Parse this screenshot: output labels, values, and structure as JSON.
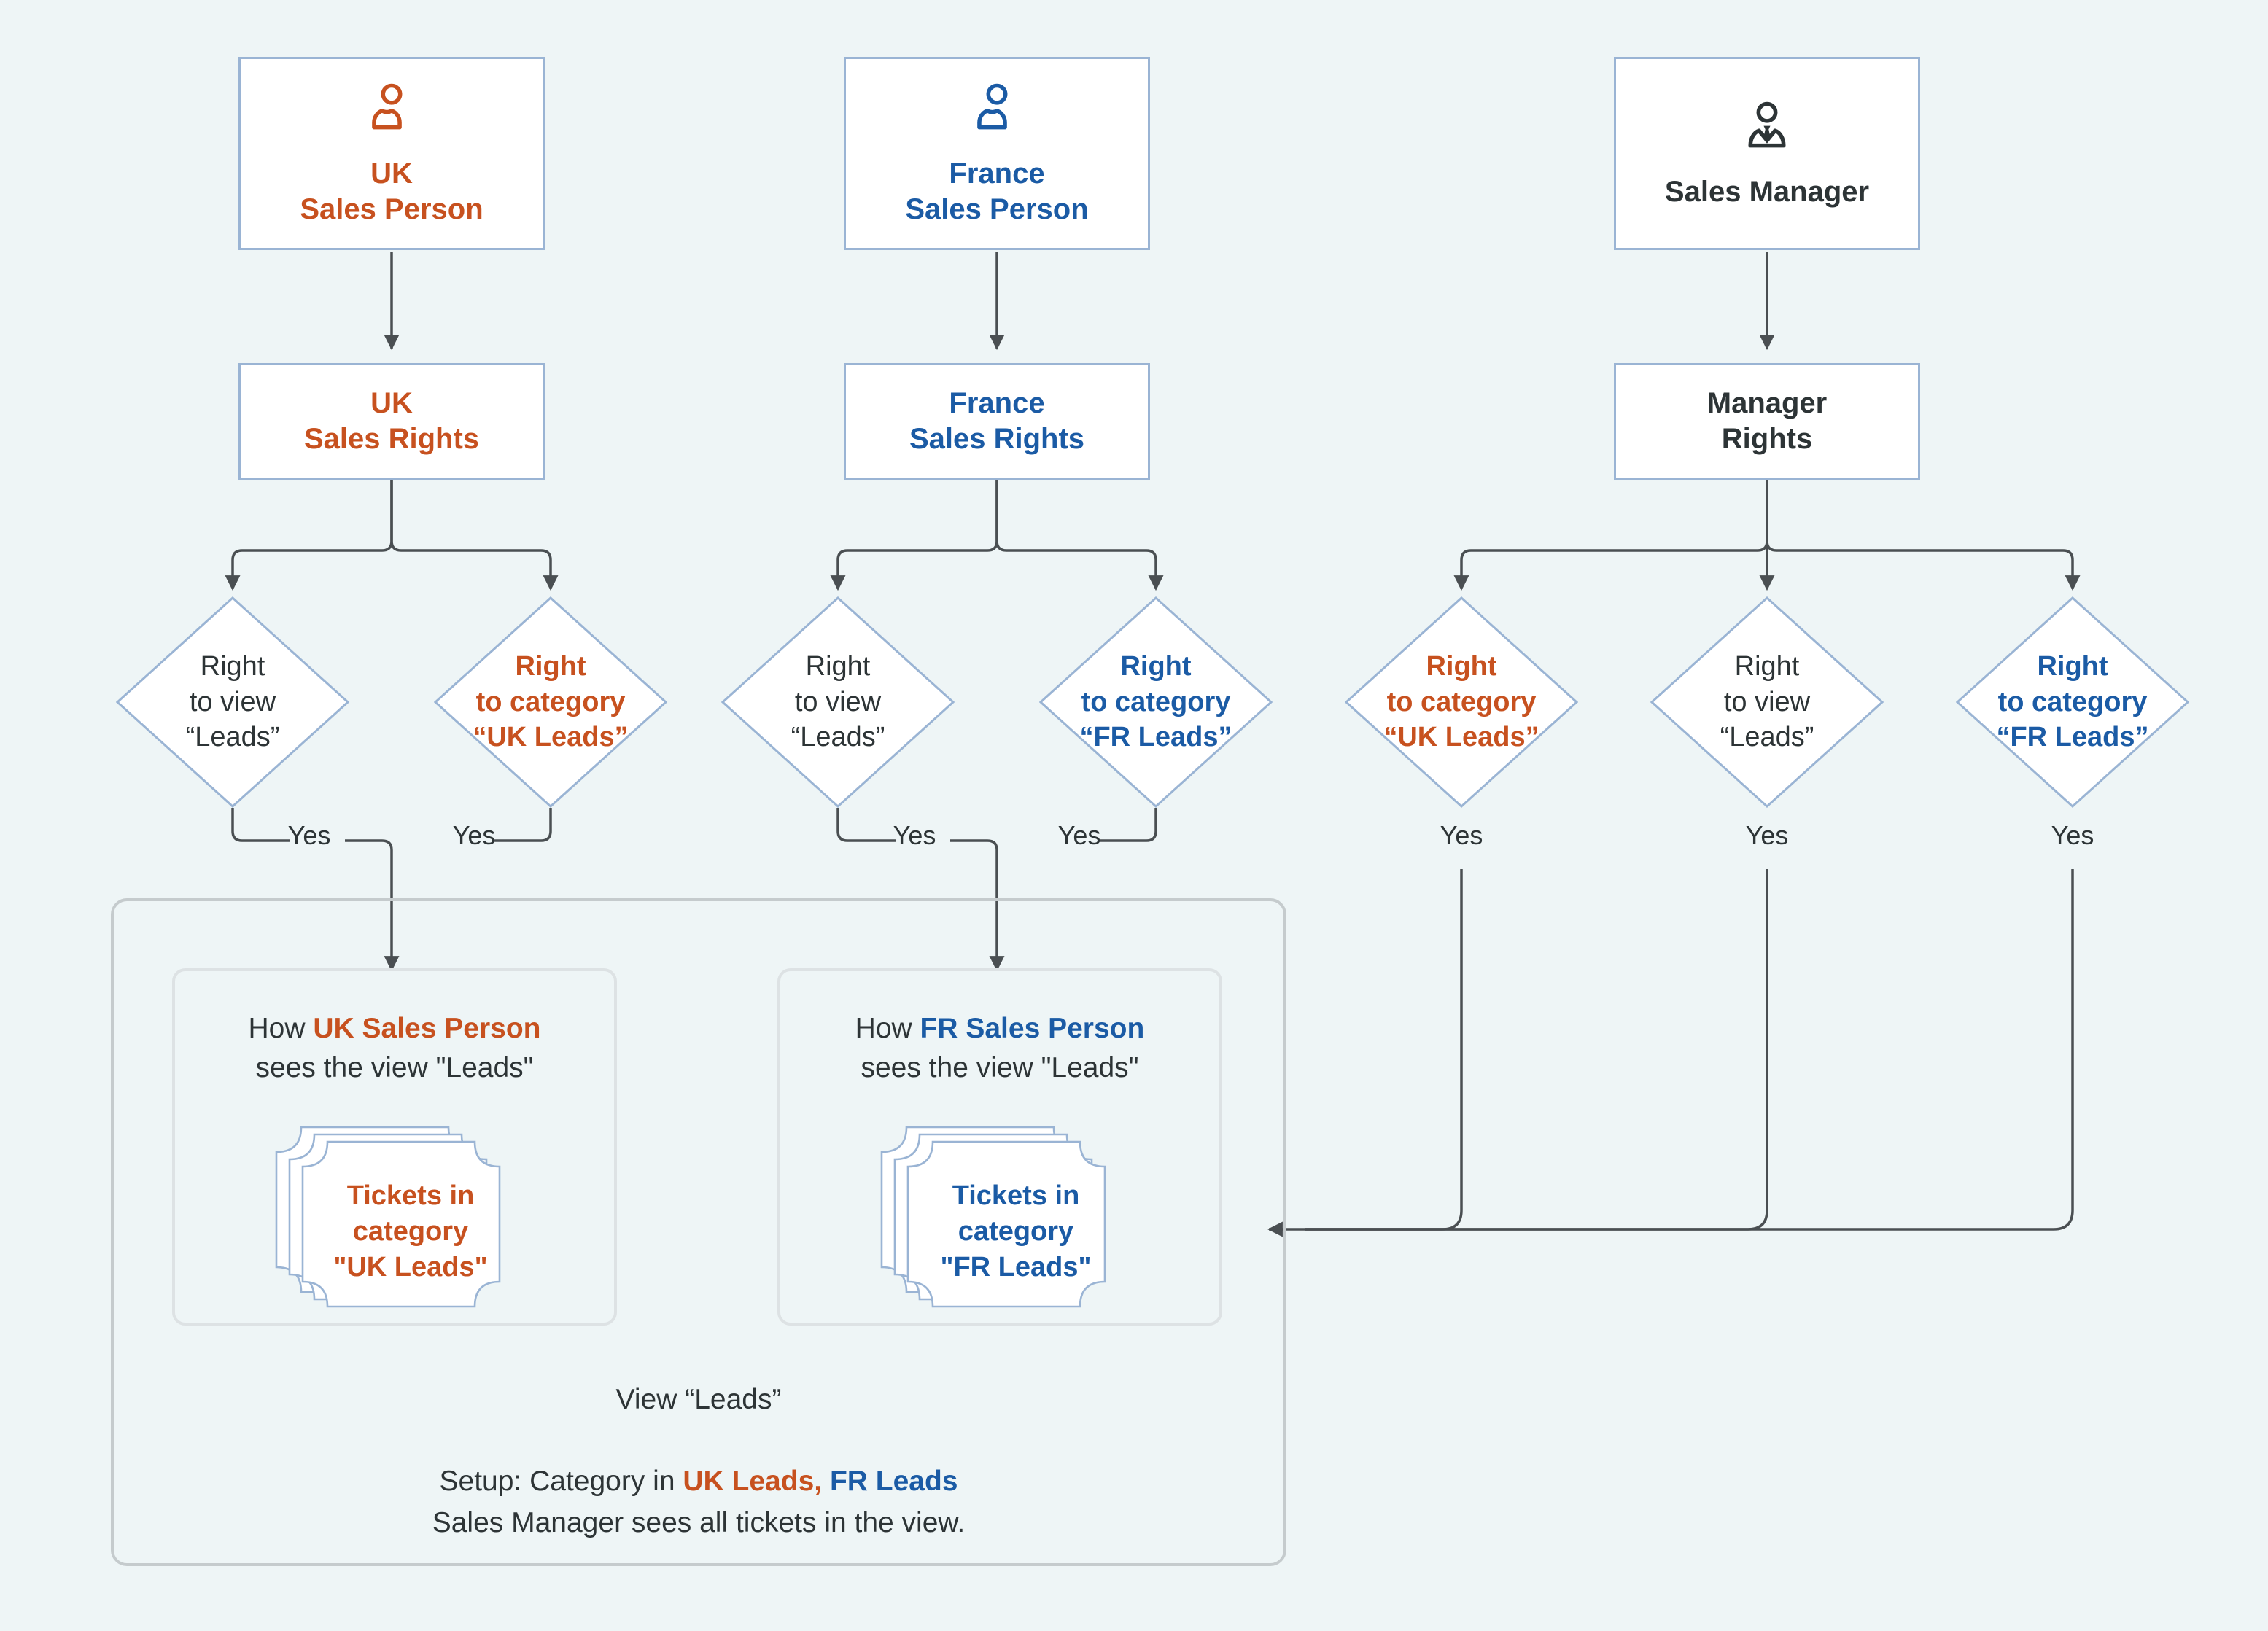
{
  "colors": {
    "background": "#eef5f6",
    "orange": "#c7511f",
    "blue": "#1b5ba5",
    "dark": "#2d3436",
    "node_border": "#9ab4d4",
    "panel_border": "#c5cbcd",
    "inner_panel_border": "#dde2e4",
    "wire": "#4a4f52"
  },
  "columns": {
    "uk": {
      "actor": {
        "label": "UK\nSales Person",
        "icon": "user-icon",
        "color": "orange"
      },
      "rights": {
        "label": "UK\nSales Rights",
        "color": "orange"
      },
      "conditions": [
        {
          "label": "Right\nto view\n“Leads”",
          "color": "dark",
          "bold": false,
          "yes": "Yes"
        },
        {
          "label": "Right\nto category\n“UK Leads”",
          "color": "orange",
          "bold": true,
          "yes": "Yes"
        }
      ]
    },
    "france": {
      "actor": {
        "label": "France\nSales Person",
        "icon": "user-icon",
        "color": "blue"
      },
      "rights": {
        "label": "France\nSales Rights",
        "color": "blue"
      },
      "conditions": [
        {
          "label": "Right\nto view\n“Leads”",
          "color": "dark",
          "bold": false,
          "yes": "Yes"
        },
        {
          "label": "Right\nto category\n“FR Leads”",
          "color": "blue",
          "bold": true,
          "yes": "Yes"
        }
      ]
    },
    "manager": {
      "actor": {
        "label": "Sales Manager",
        "icon": "manager-icon",
        "color": "dark"
      },
      "rights": {
        "label": "Manager\nRights",
        "color": "dark"
      },
      "conditions": [
        {
          "label": "Right\nto category\n“UK Leads”",
          "color": "orange",
          "bold": true,
          "yes": "Yes"
        },
        {
          "label": "Right\nto view\n“Leads”",
          "color": "dark",
          "bold": false,
          "yes": "Yes"
        },
        {
          "label": "Right\nto category\n“FR Leads”",
          "color": "blue",
          "bold": true,
          "yes": "Yes"
        }
      ]
    }
  },
  "result_panel": {
    "cards": [
      {
        "caption_prefix": "How ",
        "caption_actor": "UK Sales Person",
        "caption_suffix": "sees the view \"Leads\"",
        "ticket_label": "Tickets in\ncategory\n\"UK Leads\"",
        "color": "orange"
      },
      {
        "caption_prefix": "How ",
        "caption_actor": "FR Sales Person",
        "caption_suffix": "sees the view \"Leads\"",
        "ticket_label": "Tickets in\ncategory\n\"FR Leads\"",
        "color": "blue"
      }
    ],
    "footer": {
      "view_title": "View “Leads”",
      "setup_prefix": "Setup: Category in ",
      "setup_uk": "UK Leads,",
      "setup_fr": "FR Leads",
      "setup_line2": "Sales Manager sees all tickets in the view."
    }
  }
}
